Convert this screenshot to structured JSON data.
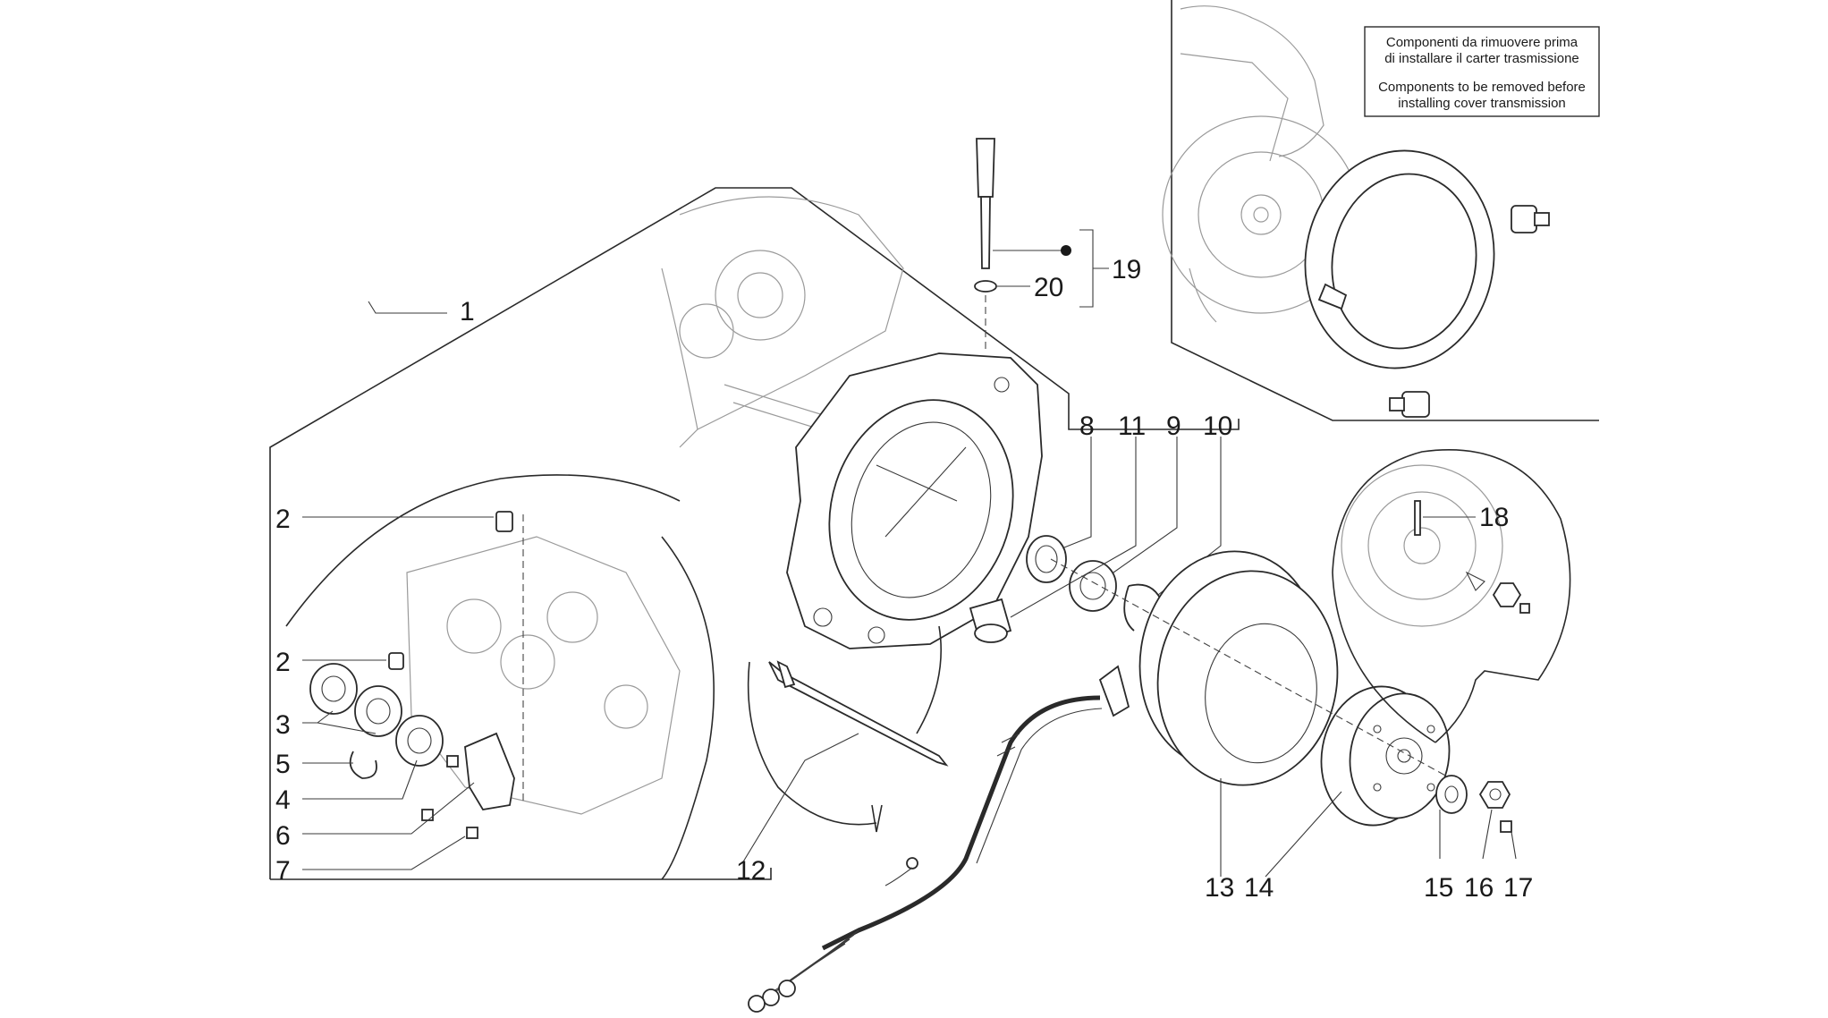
{
  "note": {
    "line1": "Componenti da rimuovere prima",
    "line2": "di installare il carter trasmissione",
    "line3": "Components to be removed before",
    "line4": "installing cover transmission"
  },
  "callouts": [
    {
      "id": "c1",
      "text": "1"
    },
    {
      "id": "c2a",
      "text": "2"
    },
    {
      "id": "c2b",
      "text": "2"
    },
    {
      "id": "c3",
      "text": "3"
    },
    {
      "id": "c5",
      "text": "5"
    },
    {
      "id": "c4",
      "text": "4"
    },
    {
      "id": "c6",
      "text": "6"
    },
    {
      "id": "c7",
      "text": "7"
    },
    {
      "id": "c8",
      "text": "8"
    },
    {
      "id": "c11",
      "text": "11"
    },
    {
      "id": "c9",
      "text": "9"
    },
    {
      "id": "c10",
      "text": "10"
    },
    {
      "id": "c12",
      "text": "12"
    },
    {
      "id": "c13",
      "text": "13"
    },
    {
      "id": "c14",
      "text": "14"
    },
    {
      "id": "c15",
      "text": "15"
    },
    {
      "id": "c16",
      "text": "16"
    },
    {
      "id": "c17",
      "text": "17"
    },
    {
      "id": "c18",
      "text": "18"
    },
    {
      "id": "c19",
      "text": "19"
    },
    {
      "id": "c20",
      "text": "20"
    }
  ]
}
